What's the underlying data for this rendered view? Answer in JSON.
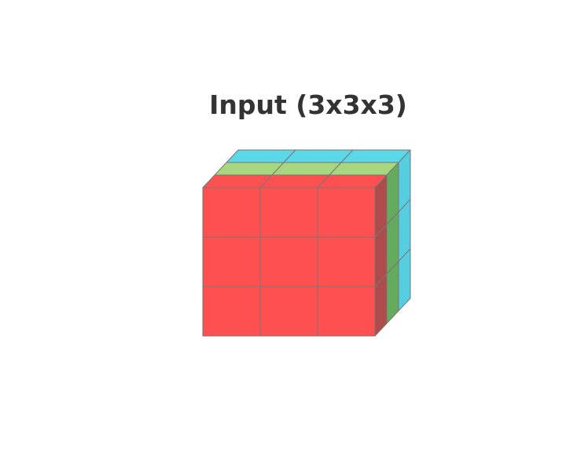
{
  "title": "Input (3x3x3)",
  "tensor": {
    "rows": 3,
    "cols": 3,
    "channels": [
      {
        "color": "#5bd8e8",
        "side_color": "#56cde0"
      },
      {
        "color": "#a6d67e",
        "side_color": "#64ab5e"
      },
      {
        "color": "#fe5050",
        "side_color": "#ae4c4c"
      }
    ],
    "grid_line_color": "#777777"
  }
}
